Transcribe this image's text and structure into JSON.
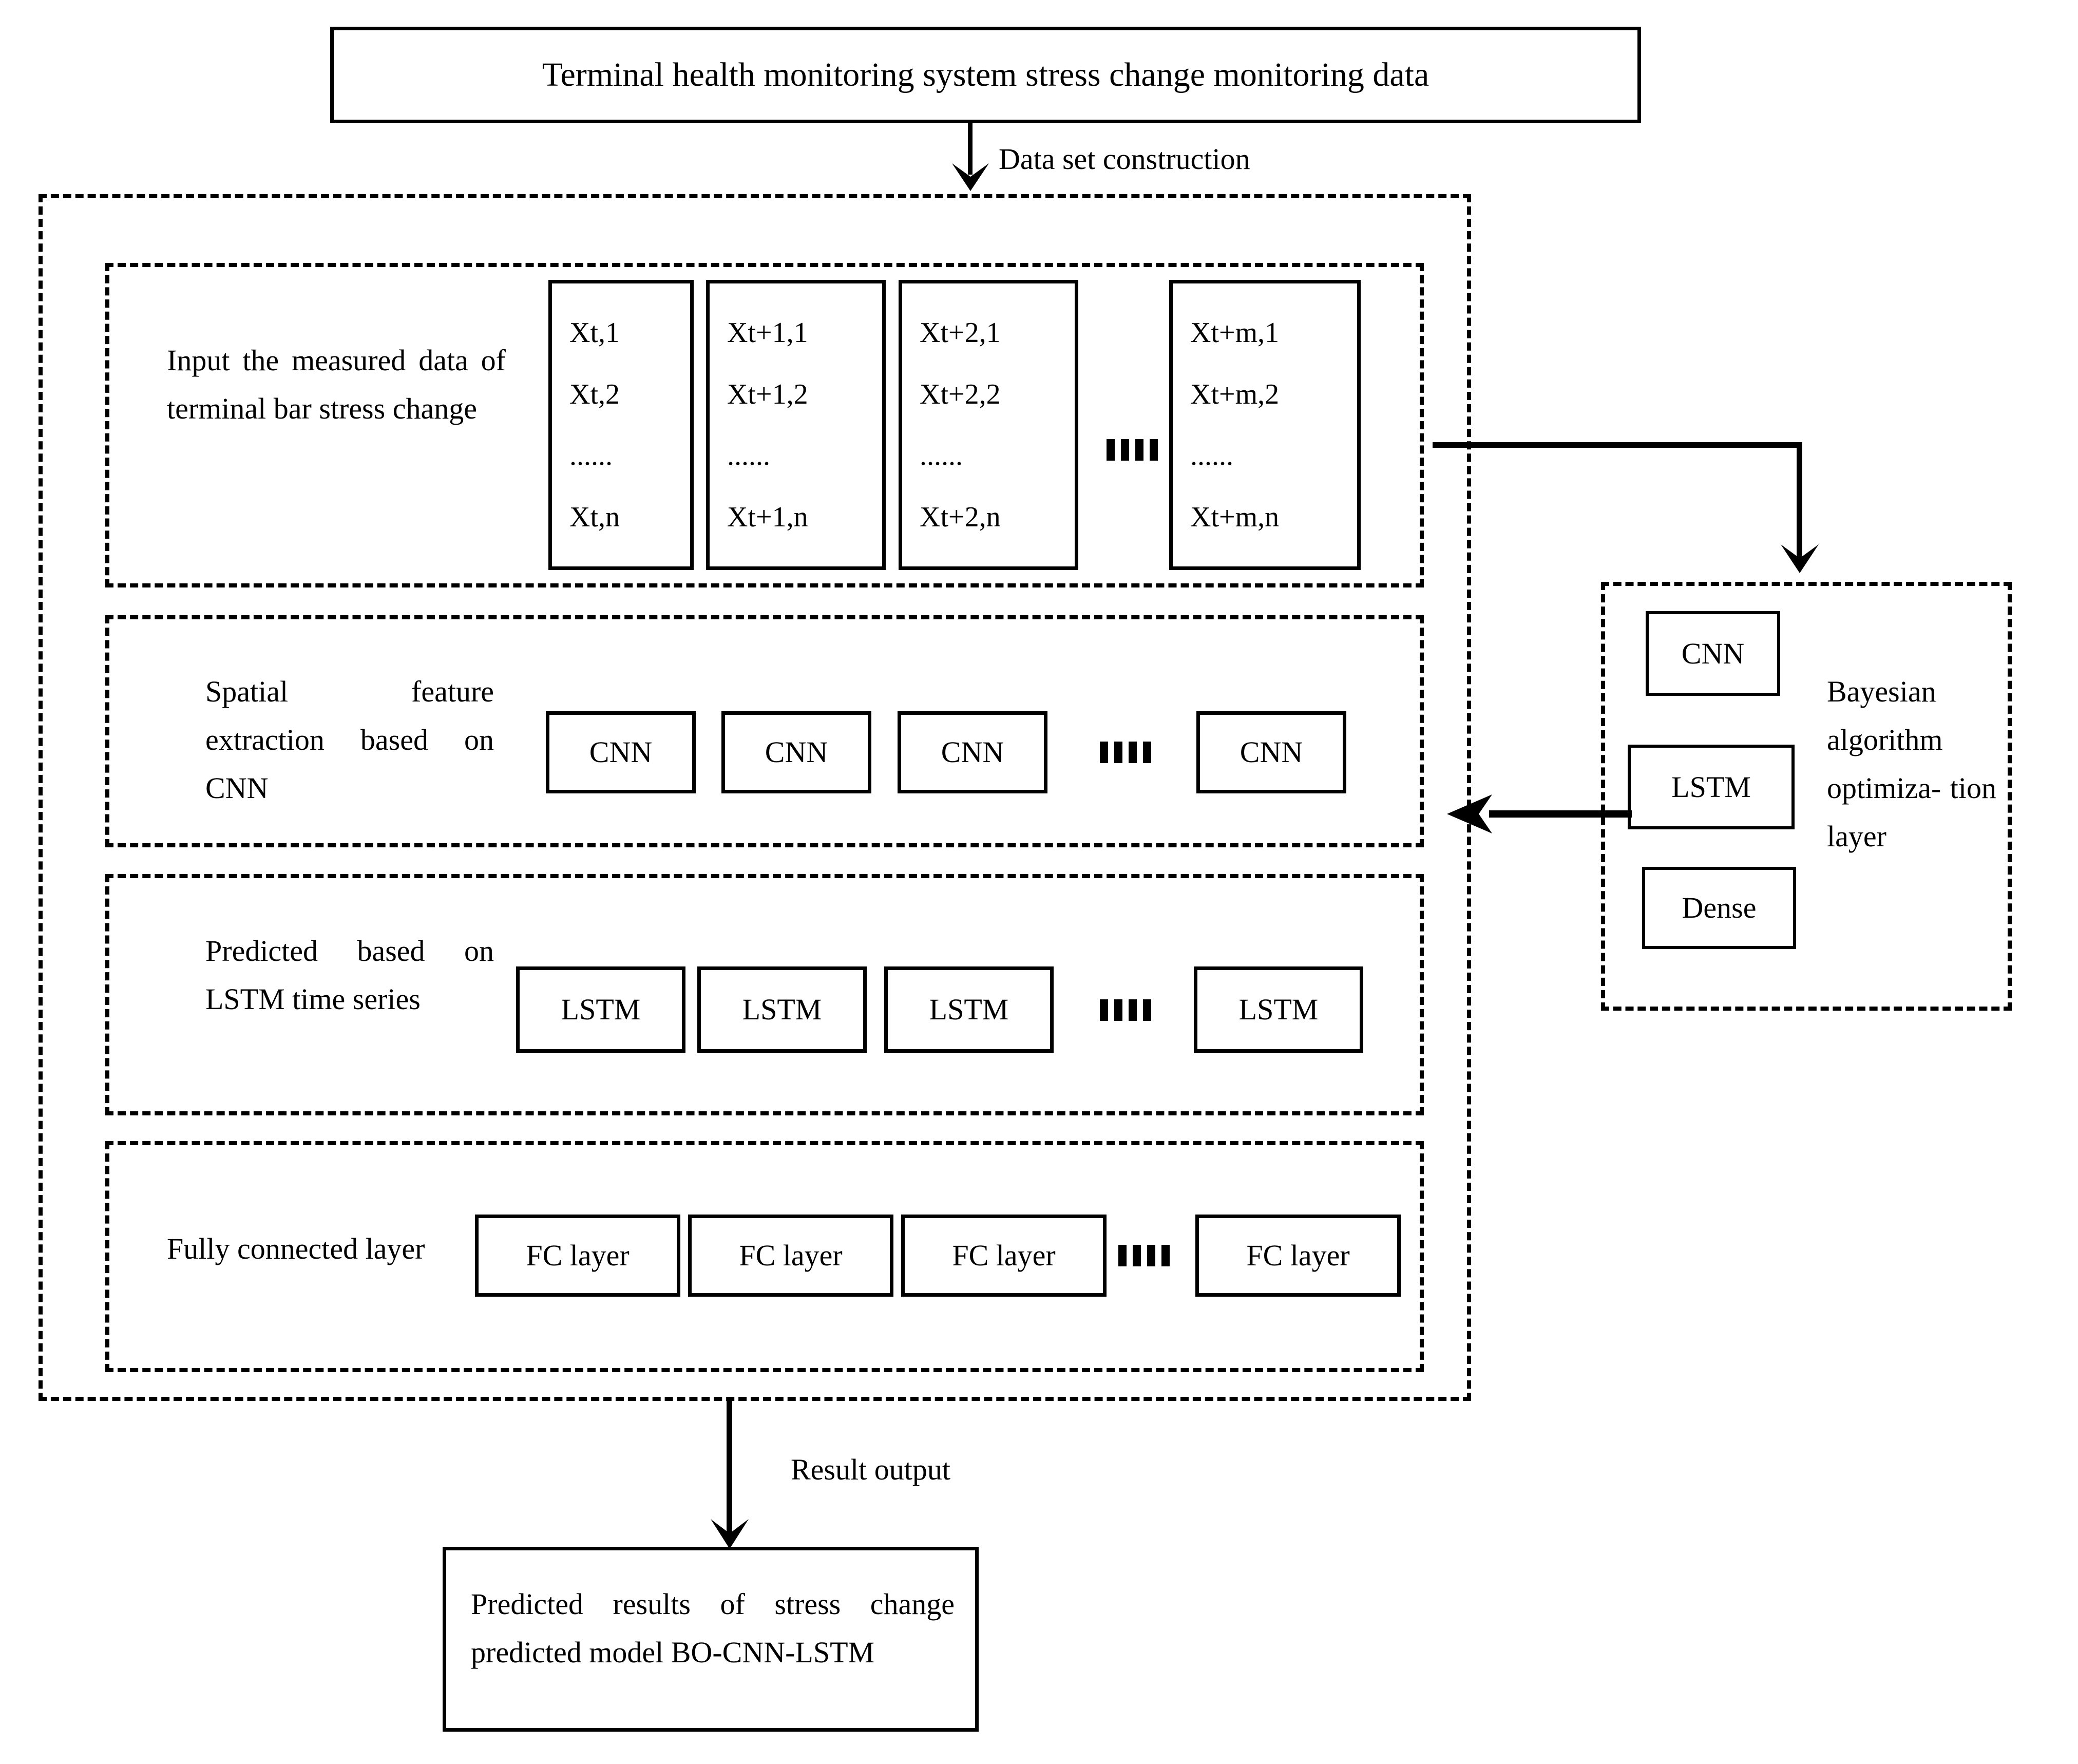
{
  "title_box": {
    "text": "Terminal health monitoring system stress change monitoring data"
  },
  "edges": {
    "dataset_construction": "Data set construction",
    "result_output": "Result output"
  },
  "pipeline": {
    "input_section": {
      "label": "Input the measured data of terminal bar stress change",
      "columns": [
        {
          "rows": [
            "Xt,1",
            "Xt,2",
            "......",
            "Xt,n"
          ]
        },
        {
          "rows": [
            "Xt+1,1",
            "Xt+1,2",
            "......",
            "Xt+1,n"
          ]
        },
        {
          "rows": [
            "Xt+2,1",
            "Xt+2,2",
            "......",
            "Xt+2,n"
          ]
        },
        {
          "rows": [
            "Xt+m,1",
            "Xt+m,2",
            "......",
            "Xt+m,n"
          ]
        }
      ],
      "ellipsis": "...."
    },
    "cnn_section": {
      "label": "Spatial feature extraction based on CNN",
      "units": [
        "CNN",
        "CNN",
        "CNN",
        "CNN"
      ],
      "ellipsis": "...."
    },
    "lstm_section": {
      "label": "Predicted based on LSTM time series",
      "units": [
        "LSTM",
        "LSTM",
        "LSTM",
        "LSTM"
      ],
      "ellipsis": "...."
    },
    "fc_section": {
      "label": "Fully connected layer",
      "units": [
        "FC layer",
        "FC layer",
        "FC layer",
        "FC layer"
      ],
      "ellipsis": "...."
    }
  },
  "bayesian_panel": {
    "label": "Bayesian algorithm optimiza- tion layer",
    "units": [
      "CNN",
      "LSTM",
      "Dense"
    ]
  },
  "output_box": {
    "text": "Predicted results of stress change predicted model BO-CNN-LSTM"
  },
  "colors": {
    "stroke": "#000000",
    "background": "#ffffff"
  }
}
